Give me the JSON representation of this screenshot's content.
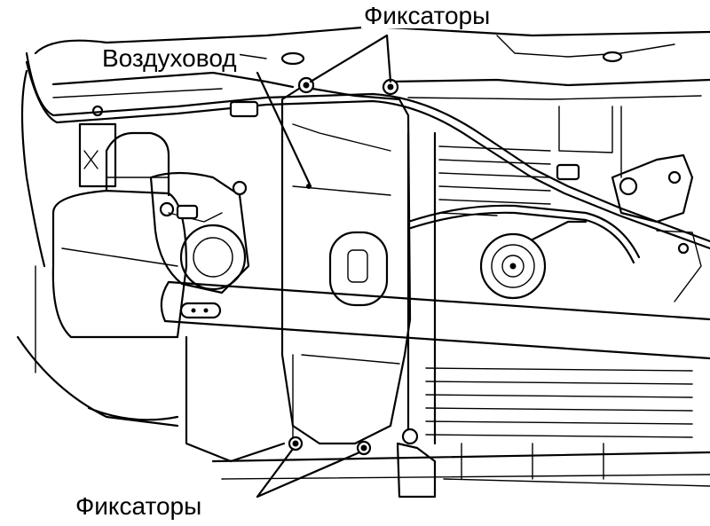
{
  "labels": {
    "top_fasteners": "Фиксаторы",
    "air_duct": "Воздуховод",
    "bottom_fasteners": "Фиксаторы"
  }
}
